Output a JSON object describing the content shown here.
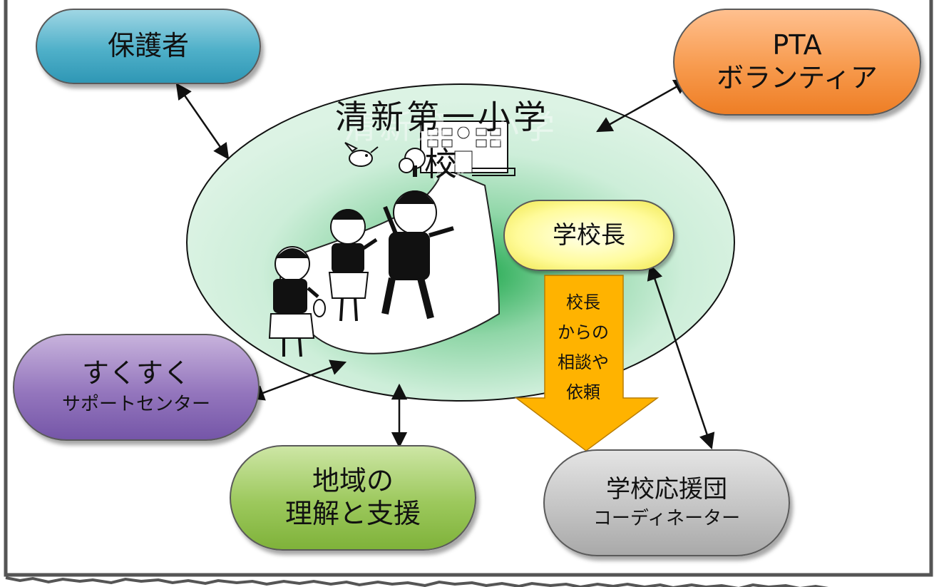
{
  "school": {
    "name": "清新第一小学校"
  },
  "nodes": {
    "parents": {
      "label": "保護者"
    },
    "pta": {
      "line1": "PTA",
      "line2": "ボランティア"
    },
    "support_center": {
      "line1": "すくすく",
      "line2": "サポートセンター"
    },
    "community": {
      "line1": "地域の",
      "line2": "理解と支援"
    },
    "coordinator": {
      "line1": "学校応援団",
      "line2": "コーディネーター"
    },
    "principal": {
      "label": "学校長"
    }
  },
  "big_arrow": {
    "lines": [
      "校長",
      "からの",
      "相談や",
      "依頼"
    ]
  },
  "colors": {
    "parents": "#4fb0c9",
    "pta": "#f79a4d",
    "support_center": "#9476bd",
    "community": "#9cc85c",
    "coordinator": "#c4c4c4",
    "principal": "#fffb9a",
    "school_ellipse": "#cdeed9",
    "school_center": "#1fa84d",
    "big_arrow": "#ffb300",
    "frame": "#555555"
  },
  "icons": {
    "school_building": "school-building-icon",
    "bird": "bird-icon",
    "tree": "tree-icon",
    "children": "children-illustration"
  }
}
